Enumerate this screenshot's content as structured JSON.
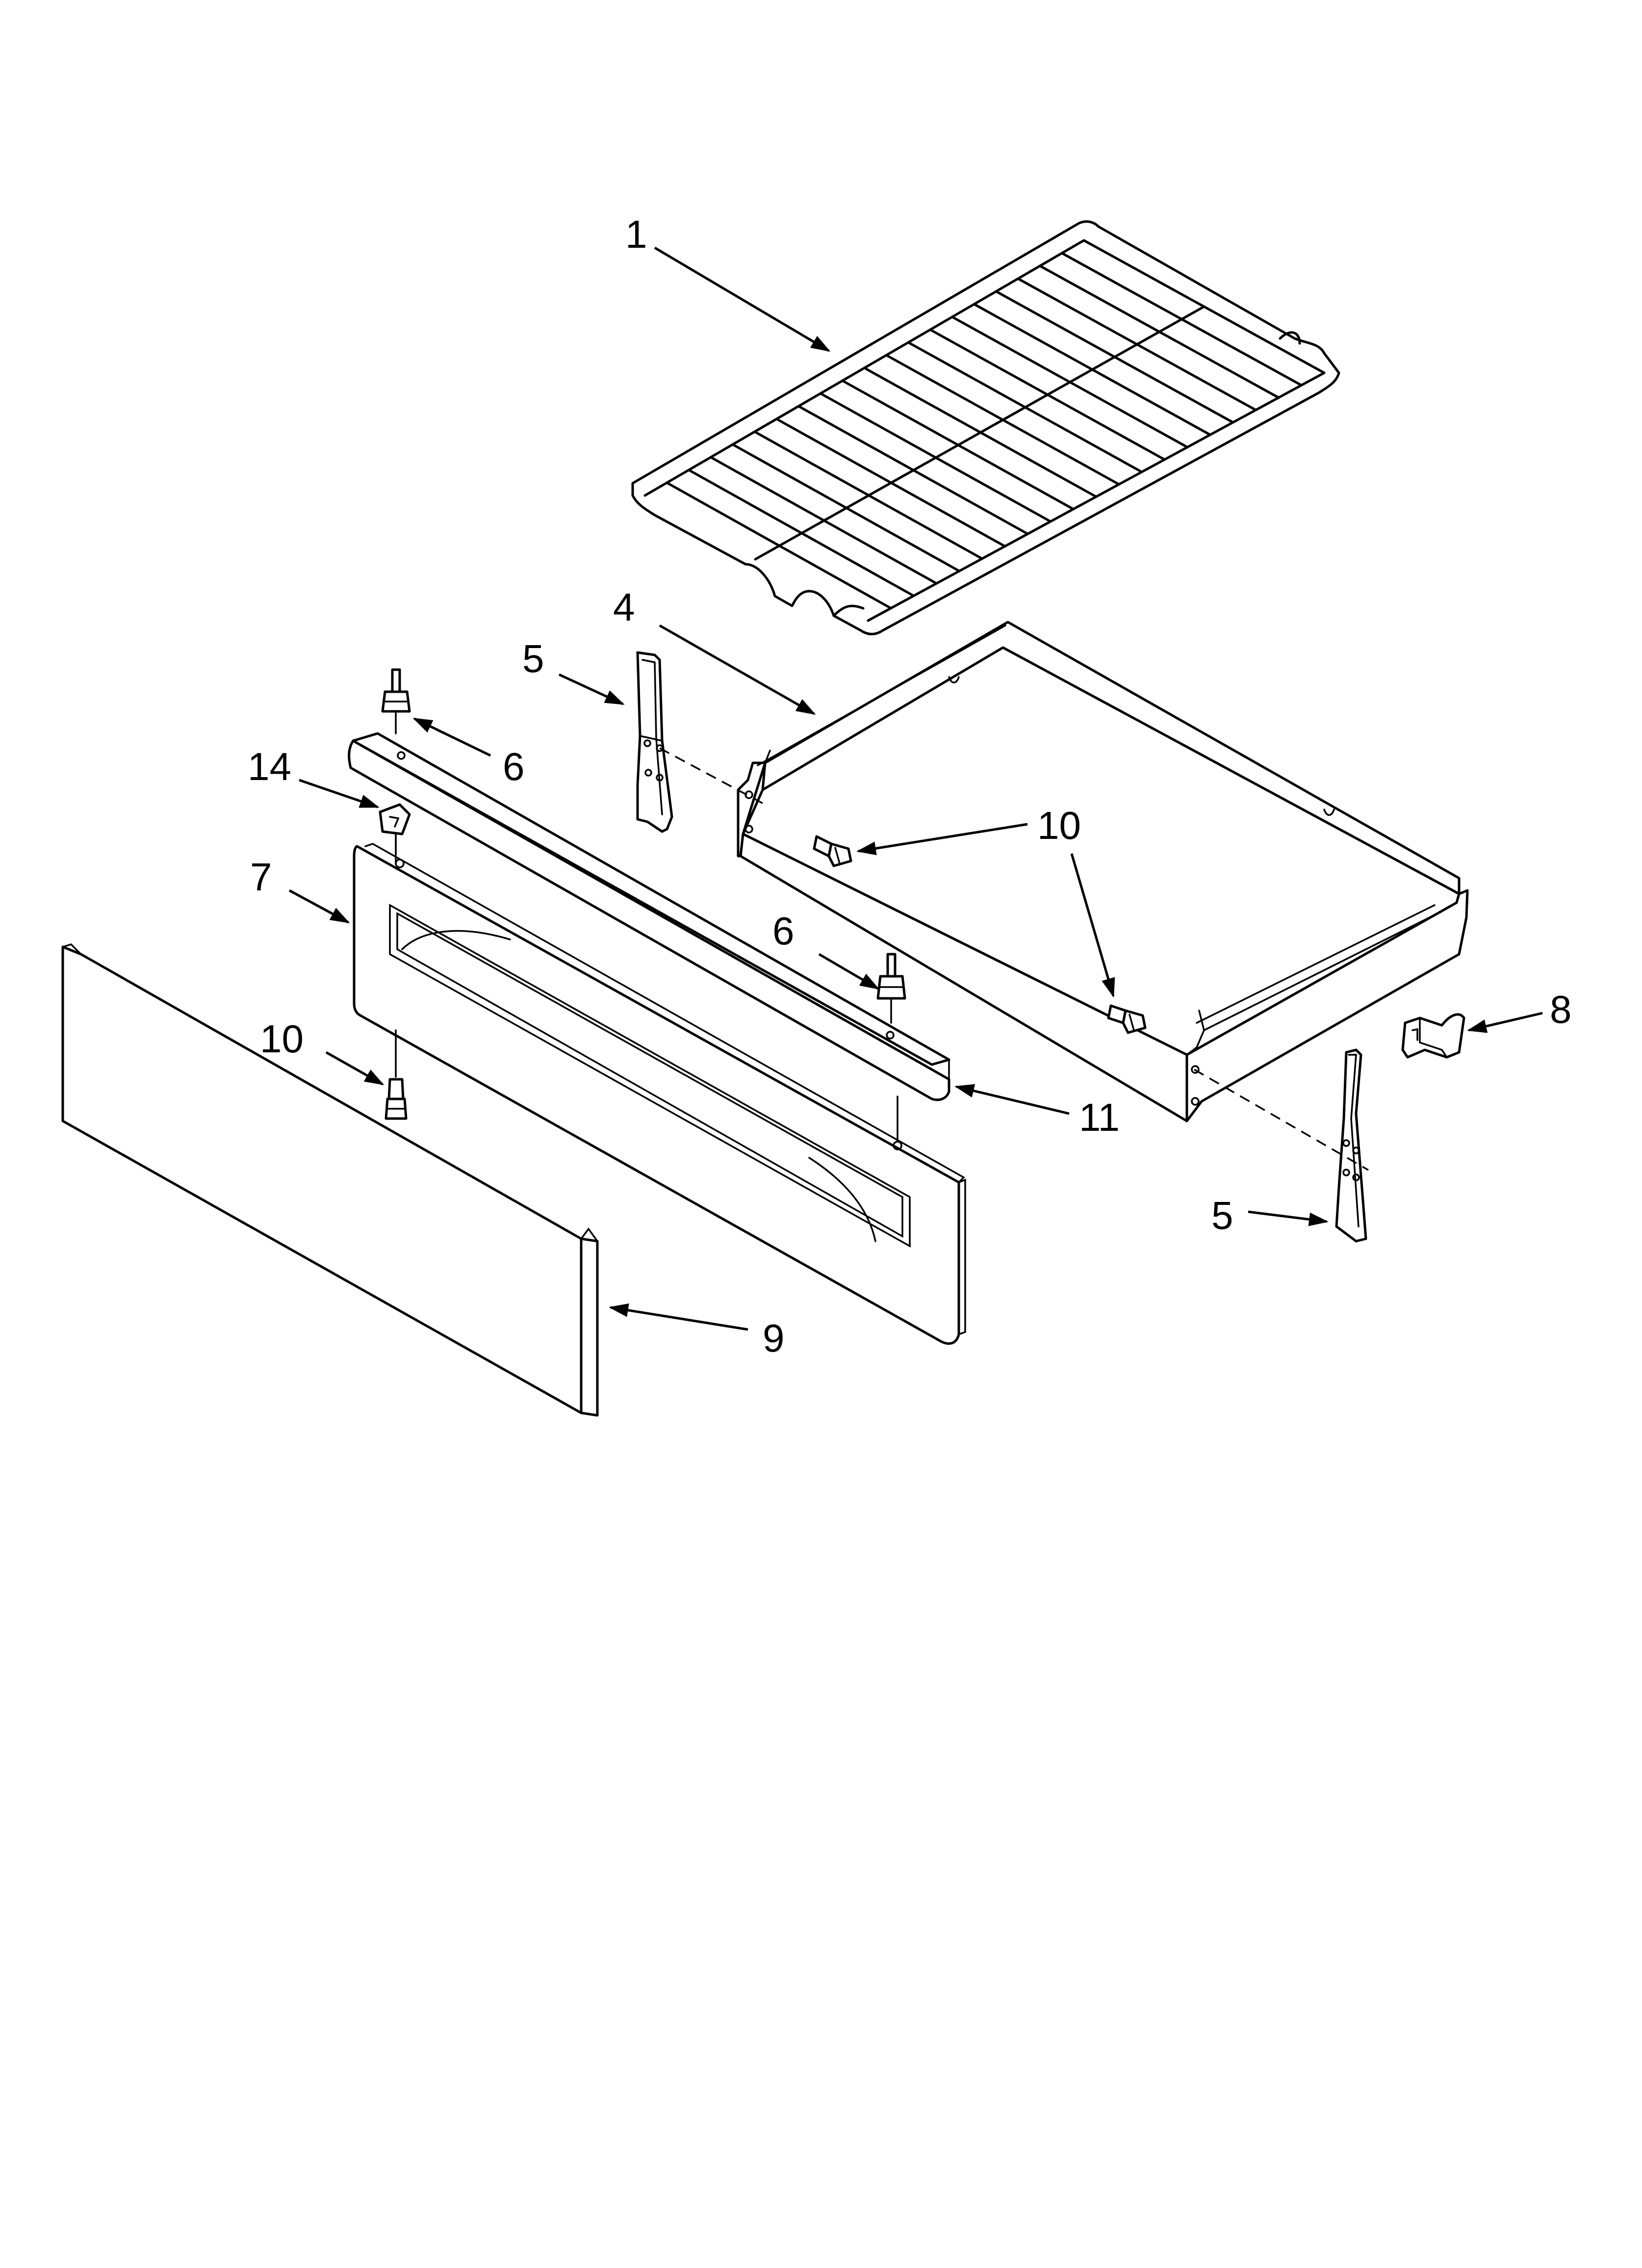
{
  "callouts": [
    {
      "id": "c1",
      "text": "1"
    },
    {
      "id": "c4",
      "text": "4"
    },
    {
      "id": "c5a",
      "text": "5"
    },
    {
      "id": "c6a",
      "text": "6"
    },
    {
      "id": "c14",
      "text": "14"
    },
    {
      "id": "c7",
      "text": "7"
    },
    {
      "id": "c10a",
      "text": "10"
    },
    {
      "id": "c6b",
      "text": "6"
    },
    {
      "id": "c10b",
      "text": "10"
    },
    {
      "id": "c11",
      "text": "11"
    },
    {
      "id": "c9",
      "text": "9"
    },
    {
      "id": "c8",
      "text": "8"
    },
    {
      "id": "c5b",
      "text": "5"
    }
  ],
  "colors": {
    "line": "#000000",
    "background": "#ffffff"
  }
}
